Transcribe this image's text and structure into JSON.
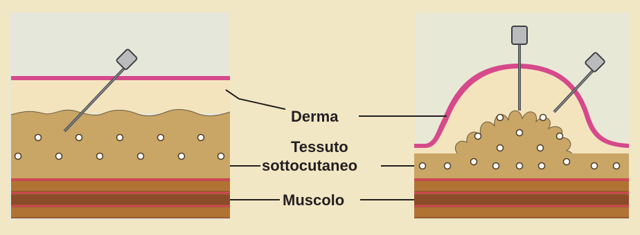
{
  "labels": {
    "derma": "Derma",
    "tessuto_line1": "Tessuto",
    "tessuto_line2": "sottocutaneo",
    "muscolo": "Muscolo"
  },
  "colors": {
    "page_background": "#f2e7c4",
    "dermis_fill": "#f3e4be",
    "epidermis": "#d6498a",
    "subcutaneous": "#c9a566",
    "muscle_dark": "#8c4c2a",
    "muscle_light": "#b07334",
    "muscle_line": "#d8435e",
    "needle": "#5a5d60",
    "needle_hub": "#b9bbbd",
    "injected_fluid": "#c9a566"
  },
  "icons": {
    "left_needle": "syringe-needle-icon",
    "right_needles": "syringe-needle-icon"
  }
}
